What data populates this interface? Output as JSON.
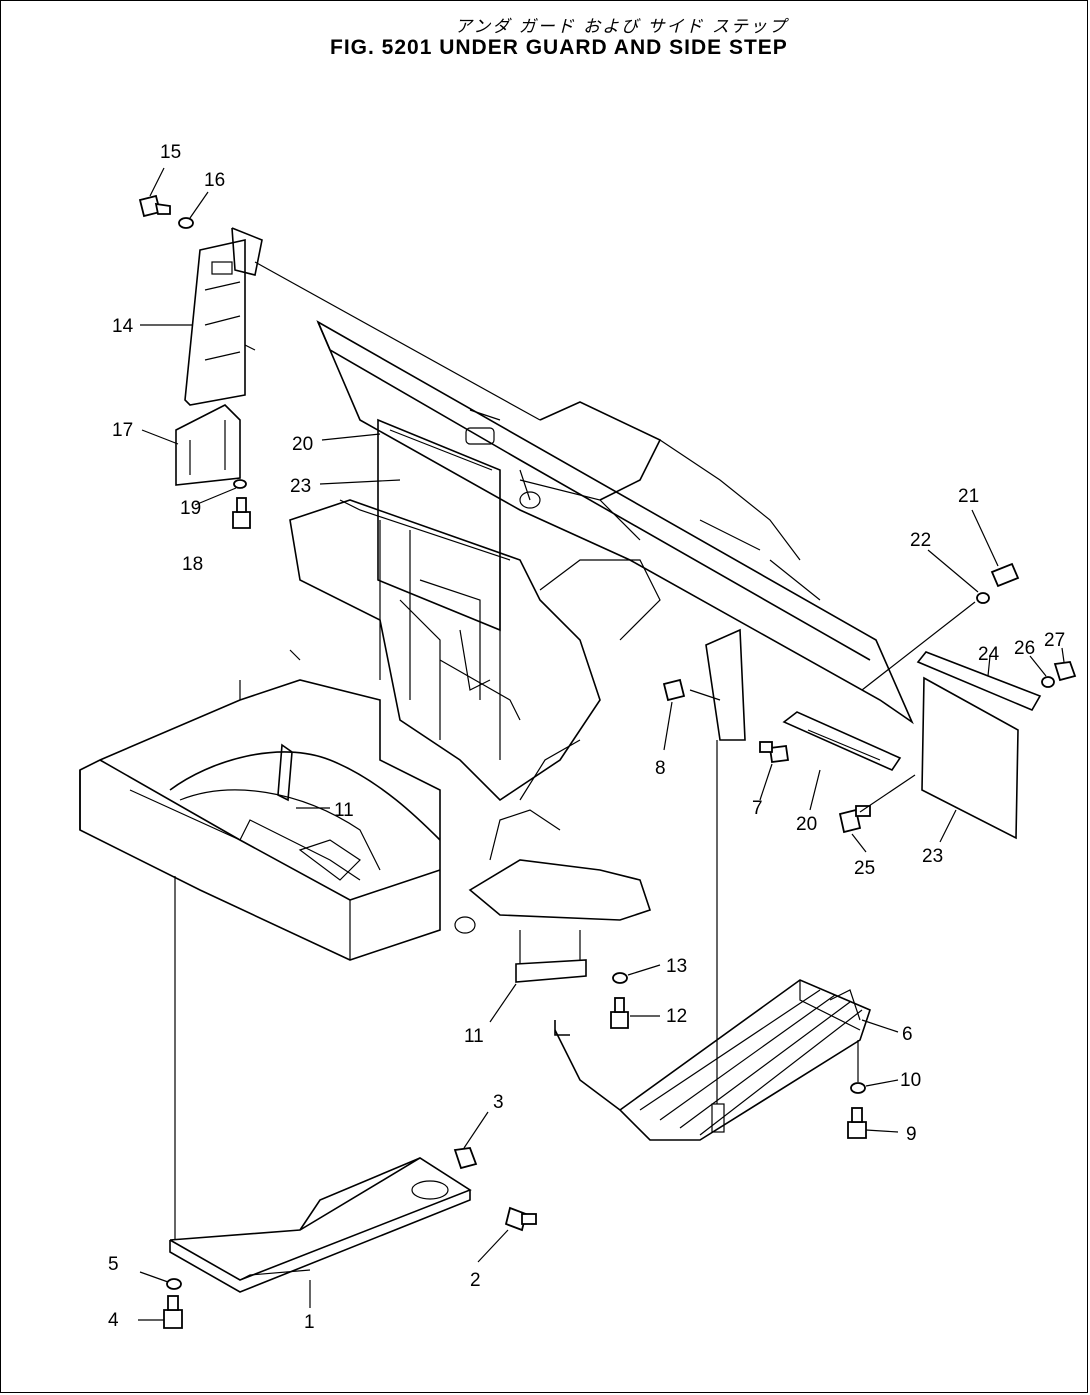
{
  "figure": {
    "title_jp": "アンダ ガード  および  サイド ステップ",
    "title_en": "FIG. 5201  UNDER GUARD AND SIDE STEP"
  },
  "callouts": [
    {
      "id": "c1",
      "label": "1"
    },
    {
      "id": "c2",
      "label": "2"
    },
    {
      "id": "c3",
      "label": "3"
    },
    {
      "id": "c4",
      "label": "4"
    },
    {
      "id": "c5",
      "label": "5"
    },
    {
      "id": "c6",
      "label": "6"
    },
    {
      "id": "c7",
      "label": "7"
    },
    {
      "id": "c8",
      "label": "8"
    },
    {
      "id": "c9",
      "label": "9"
    },
    {
      "id": "c10",
      "label": "10"
    },
    {
      "id": "c11a",
      "label": "11"
    },
    {
      "id": "c11b",
      "label": "11"
    },
    {
      "id": "c12",
      "label": "12"
    },
    {
      "id": "c13",
      "label": "13"
    },
    {
      "id": "c14",
      "label": "14"
    },
    {
      "id": "c15",
      "label": "15"
    },
    {
      "id": "c16",
      "label": "16"
    },
    {
      "id": "c17",
      "label": "17"
    },
    {
      "id": "c18",
      "label": "18"
    },
    {
      "id": "c19",
      "label": "19"
    },
    {
      "id": "c20a",
      "label": "20"
    },
    {
      "id": "c20b",
      "label": "20"
    },
    {
      "id": "c21",
      "label": "21"
    },
    {
      "id": "c22",
      "label": "22"
    },
    {
      "id": "c23a",
      "label": "23"
    },
    {
      "id": "c23b",
      "label": "23"
    },
    {
      "id": "c24",
      "label": "24"
    },
    {
      "id": "c25",
      "label": "25"
    },
    {
      "id": "c26",
      "label": "26"
    },
    {
      "id": "c27",
      "label": "27"
    }
  ]
}
